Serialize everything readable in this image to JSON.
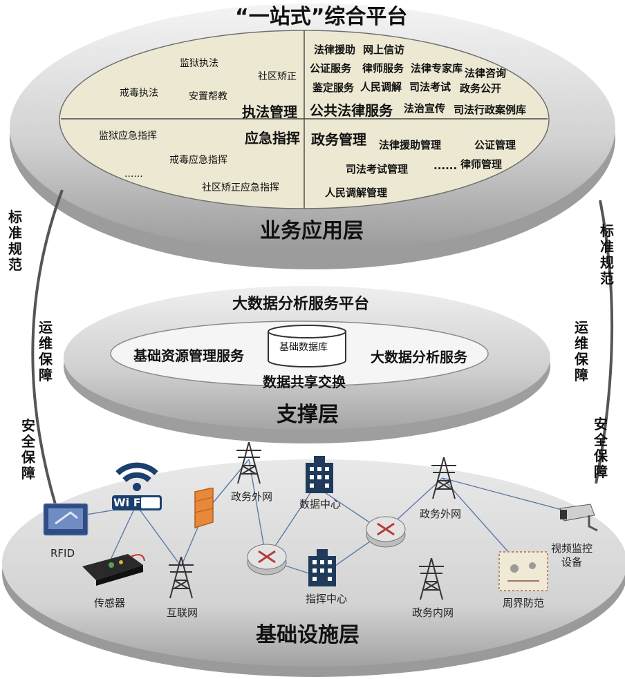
{
  "top_platform": {
    "title": "“一站式”综合平台",
    "layer_label": "业务应用层",
    "quadrants": {
      "law_enforcement": {
        "heading": "执法管理",
        "items": [
          "监狱执法",
          "社区矫正",
          "戒毒执法",
          "安置帮教"
        ]
      },
      "public_legal": {
        "heading": "公共法律服务",
        "items": [
          "法律援助",
          "网上信访",
          "公证服务",
          "律师服务",
          "法律专家库",
          "法律咨询",
          "鉴定服务",
          "人民调解",
          "司法考试",
          "政务公开",
          "法治宣传",
          "司法行政案例库"
        ]
      },
      "emergency": {
        "heading": "应急指挥",
        "items": [
          "监狱应急指挥",
          "戒毒应急指挥",
          "......",
          "社区矫正应急指挥"
        ]
      },
      "government_affairs": {
        "heading": "政务管理",
        "items": [
          "法律援助管理",
          "公证管理",
          "司法考试管理",
          "......",
          "律师管理",
          "人民调解管理"
        ]
      }
    }
  },
  "middle_platform": {
    "title": "大数据分析服务平台",
    "left_service": "基础资源管理服务",
    "database": "基础数据库",
    "right_service": "大数据分析服务",
    "exchange": "数据共享交换",
    "layer_label": "支撑层"
  },
  "bottom_platform": {
    "layer_label": "基础设施层",
    "nodes": {
      "wifi": "Wi Fi",
      "rfid": "RFID",
      "sensor": "传感器",
      "internet": "互联网",
      "gov_extranet_1": "政务外网",
      "data_center": "数据中心",
      "command_center": "指挥中心",
      "gov_extranet_2": "政务外网",
      "gov_intranet": "政务内网",
      "video_monitor": "视频监控设备",
      "perimeter": "周界防范"
    }
  },
  "side_labels": {
    "left": [
      "标准规范",
      "运维保障",
      "安全保障"
    ],
    "right": [
      "标准规范",
      "运维保障",
      "安全保障"
    ]
  },
  "colors": {
    "disk_fill": "#d4d4d4",
    "disk_edge": "#a9a9a9",
    "inner_panel": "#ece8d2",
    "building": "#1f3a5a",
    "router": "#d6d6d6",
    "firewall": "#e8883a",
    "wifi_blue": "#1b3f6e"
  }
}
